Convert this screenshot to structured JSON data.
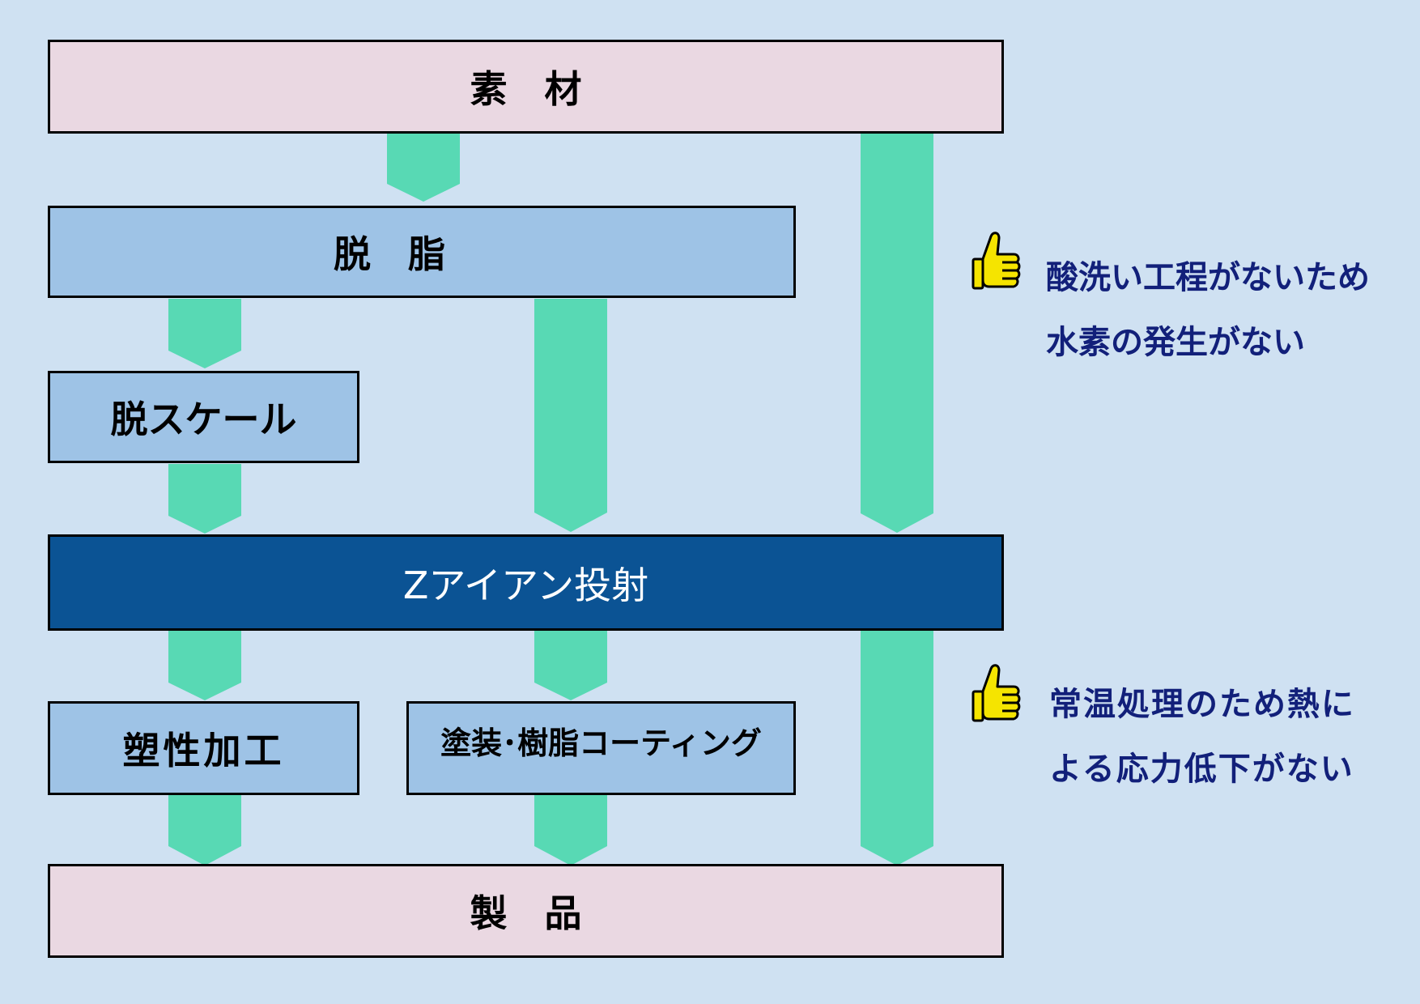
{
  "colors": {
    "background": "#cfe1f2",
    "start_end_box": "#ead8e2",
    "process_box": "#9ec3e6",
    "highlight_box": "#0b5394",
    "arrow": "#58d9b4",
    "note_text": "#12207a",
    "thumb_icon": "#f5e400"
  },
  "nodes": {
    "material": "素　材",
    "degrease": "脱　脂",
    "descale": "脱スケール",
    "ziron": "Zアイアン投射",
    "plastic": "塑性加工",
    "coating": "塗装･樹脂コーティング",
    "product": "製　品"
  },
  "notes": {
    "note1": {
      "icon": "thumbs-up-icon",
      "line1": "酸洗い工程がないため",
      "line2": "水素の発生がない"
    },
    "note2": {
      "icon": "thumbs-up-icon",
      "line1": "常温処理のため熱に",
      "line2": "よる応力低下がない"
    }
  }
}
